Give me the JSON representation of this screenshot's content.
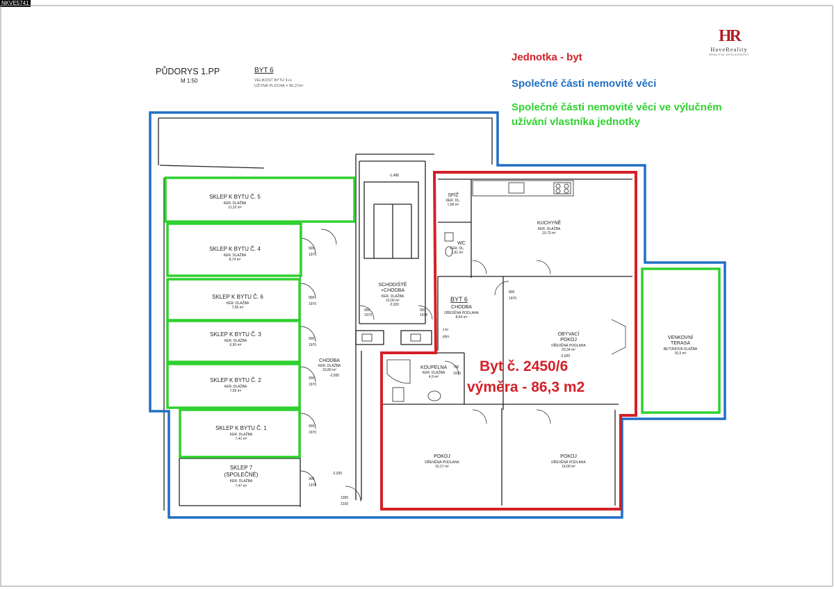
{
  "corner_id": "NKVE5741",
  "logo": {
    "mark": "HR",
    "name": "HaveReality",
    "tagline": "REALITNÍ SPOLEČNOST"
  },
  "title": {
    "plan": "PŮDORYS 1.PP",
    "scale": "M 1:50"
  },
  "unit_info": {
    "heading": "BYT 6",
    "size_line": "VELIKOST BYTU 3+1",
    "area_line": "UŽITNÁ PLOCHA = 86,27m²"
  },
  "legend": {
    "unit": "Jednotka - byt",
    "common": "Společné části nemovité věci",
    "exclusive_line1": "Společné části nemovité věci ve výlučném",
    "exclusive_line2": "užívání vlastníka jednotky"
  },
  "unit_label": {
    "line1": "Byt č. 2450/6",
    "line2": "výměra - 86,3 m2"
  },
  "colors": {
    "unit": "#d32027",
    "common": "#1f6fc4",
    "exclusive": "#2fd12f",
    "logo": "#b01e23",
    "walls": "#222222"
  },
  "rooms": [
    {
      "id": "sklep-5",
      "name": "SKLEP K BYTU Č. 5",
      "floor": "KER. DLAŽBA",
      "area": "11,22 m²"
    },
    {
      "id": "sklep-4",
      "name": "SKLEP K BYTU Č. 4",
      "floor": "KER. DLAŽBA",
      "area": "8,74 m²"
    },
    {
      "id": "sklep-6",
      "name": "SKLEP K BYTU Č. 6",
      "floor": "KER. DLAŽBA",
      "area": "7,05 m²"
    },
    {
      "id": "sklep-3",
      "name": "SKLEP K BYTU Č. 3",
      "floor": "KER. DLAŽBA",
      "area": "6,90 m²"
    },
    {
      "id": "sklep-2",
      "name": "SKLEP K BYTU Č. 2",
      "floor": "KER. DLAŽBA",
      "area": "7,05 m²"
    },
    {
      "id": "sklep-1",
      "name": "SKLEP K BYTU Č. 1",
      "floor": "KER. DLAŽBA",
      "area": "7,41 m²"
    },
    {
      "id": "sklep-7",
      "name": "SKLEP 7",
      "name2": "(SPOLEČNÉ)",
      "floor": "KER. DLAŽBA",
      "area": "7,47 m²"
    },
    {
      "id": "chodba-common",
      "name": "CHODBA",
      "floor": "KER. DLAŽBA",
      "area": "33,80 m²"
    },
    {
      "id": "schodiste",
      "name": "SCHODIŠTĚ",
      "name2": "+CHODBA",
      "floor": "KER. DLAŽBA",
      "area": "15,00 m²"
    },
    {
      "id": "spiz",
      "name": "SPÍŽ",
      "floor": "KER. DL.",
      "area": "1,68 m²"
    },
    {
      "id": "wc",
      "name": "WC",
      "floor": "KER. DL.",
      "area": "1,81 m²"
    },
    {
      "id": "kuchyne",
      "name": "KUCHYNĚ",
      "floor": "KER. DLAŽBA",
      "area": "19,73 m²"
    },
    {
      "id": "chodba-byt",
      "name": "CHODBA",
      "floor": "DŘEVĚNÁ PODLAHA",
      "area": "8,64 m²"
    },
    {
      "id": "obyvaci",
      "name": "OBÝVACÍ",
      "name2": "POKOJ",
      "floor": "DŘEVĚNÁ PODLAHA",
      "area": "20,34 m²"
    },
    {
      "id": "koupelna",
      "name": "KOUPELNA",
      "floor": "KER. DLAŽBA",
      "area": "4,9 m²"
    },
    {
      "id": "pokoj-1",
      "name": "POKOJ",
      "floor": "DŘEVĚNÁ PODLAHA",
      "area": "15,17 m²"
    },
    {
      "id": "pokoj-2",
      "name": "POKOJ",
      "floor": "DŘEVĚNÁ PODLAHA",
      "area": "14,00 m²"
    },
    {
      "id": "terasa",
      "name": "VENKOVNÍ",
      "name2": "TERASA",
      "floor": "BETONOVÁ DLAŽBA",
      "area": "16,5 m²"
    }
  ],
  "level_marks": [
    "-1,480",
    "-2,920",
    "-2,835",
    "-2,920",
    "-2,920"
  ],
  "door_marks": [
    "900",
    "1970",
    "800",
    "1970",
    "700",
    "1970",
    "1000",
    "2100"
  ],
  "small_labels": {
    "byt_heading": "BYT 6",
    "ztv": "z.tv",
    "gas": "plyn."
  }
}
